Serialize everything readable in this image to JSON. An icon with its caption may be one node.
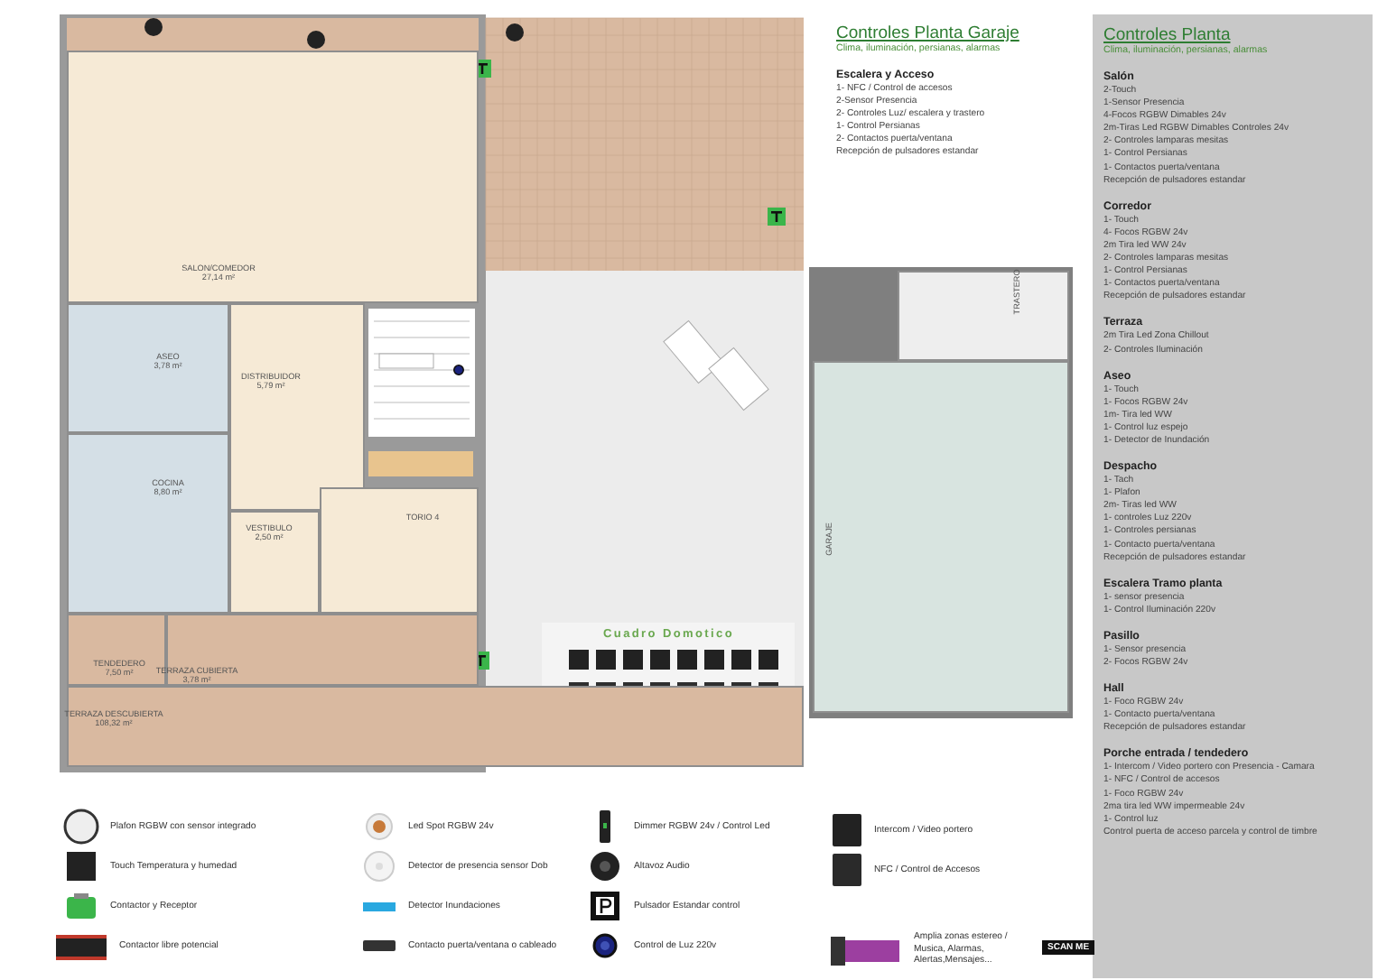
{
  "diagram": {
    "nodes": [
      {
        "text": [
          "SALON/COMEDOR",
          "27,14 m²"
        ]
      },
      {
        "text": [
          "ASEO",
          "3,78 m²"
        ]
      },
      {
        "text": [
          "DISTRIBUIDOR",
          "5,79 m²"
        ]
      },
      {
        "text": [
          "COCINA",
          "8,80 m²"
        ]
      },
      {
        "text": [
          "VESTIBULO",
          "2,50 m²"
        ]
      },
      {
        "text": [
          "TORIO 4"
        ]
      },
      {
        "text": [
          "TENDEDERO",
          "7,50 m²"
        ]
      },
      {
        "text": [
          "TERRAZA CUBIERTA",
          "3,78 m²"
        ]
      },
      {
        "text": [
          "TERRAZA DESCUBIERTA",
          "108,32 m²"
        ]
      },
      {
        "text": [
          "TRASTERO"
        ]
      },
      {
        "text": [
          "GARAJE"
        ]
      }
    ],
    "labels": [
      "Controles Planta Garaje",
      "Clima, iluminación, persianas, alarmas",
      "Escalera y Acceso",
      "1- NFC / Control de accesos",
      "2-Sensor Presencia",
      "2- Controles Luz/ escalera y trastero",
      "1- Control Persianas",
      "2- Contactos puerta/ventana",
      "Recepción de pulsadores estandar",
      "Controles Planta",
      "Clima, iluminación, persianas, alarmas",
      "Salón",
      "2-Touch",
      "1-Sensor Presencia",
      "4-Focos RGBW Dimables 24v",
      "2m-Tiras Led RGBW Dimables Controles 24v",
      "2- Controles lamparas mesitas",
      "1- Control Persianas",
      "1- Contactos puerta/ventana",
      "Recepción de pulsadores estandar",
      "Corredor",
      "1- Touch",
      "4- Focos RGBW 24v",
      "2m Tira led WW 24v",
      "2- Controles lamparas mesitas",
      "1- Control Persianas",
      "1- Contactos puerta/ventana",
      "Recepción de pulsadores estandar",
      "Terraza",
      "2m Tira Led Zona Chillout",
      "2- Controles Iluminación",
      "Aseo",
      "1- Touch",
      "1- Focos RGBW 24v",
      "1m- Tira led WW",
      "1- Control luz espejo",
      "1- Detector de Inundación",
      "Despacho",
      "1- Tach",
      "1- Plafon",
      "2m- Tiras led WW",
      "1- controles Luz 220v",
      "1- Controles persianas",
      "1- Contacto puerta/ventana",
      "Recepción de pulsadores estandar",
      "Escalera Tramo planta",
      "1- sensor presencia",
      "1- Control Iluminación 220v",
      "Pasillo",
      "1- Sensor presencia",
      "2- Focos RGBW 24v",
      "Hall",
      "1- Foco RGBW 24v",
      "1- Contacto puerta/ventana",
      "Recepción de pulsadores estandar",
      "Porche entrada / tendedero",
      "1- Intercom / Video portero con Presencia - Camara",
      "1- NFC / Control de accesos",
      "1- Foco RGBW 24v",
      "2ma tira led WW impermeable 24v",
      "1- Control luz",
      "Control puerta de acceso parcela y control de timbre",
      "Cuadro Domotico",
      "SCAN ME"
    ],
    "legend": [
      {
        "text": "Plafon RGBW con sensor integrado"
      },
      {
        "text": "Touch Temperatura y humedad"
      },
      {
        "text": "Contactor y Receptor"
      },
      {
        "text": "Contactor libre potencial"
      },
      {
        "text": "Led Spot RGBW 24v"
      },
      {
        "text": "Detector de presencia sensor Dob"
      },
      {
        "text": "Detector Inundaciones"
      },
      {
        "text": "Contacto puerta/ventana o cableado"
      },
      {
        "text": "Dimmer RGBW 24v / Control Led"
      },
      {
        "text": "Altavoz Audio"
      },
      {
        "text": "Pulsador Estandar control"
      },
      {
        "text": "Control de Luz 220v"
      },
      {
        "text": "Intercom / Video portero"
      },
      {
        "text": "NFC / Control de Accesos"
      },
      {
        "text": "Amplia zonas estereo / Musica, Alarmas, Alertas,Mensajes..."
      }
    ]
  }
}
